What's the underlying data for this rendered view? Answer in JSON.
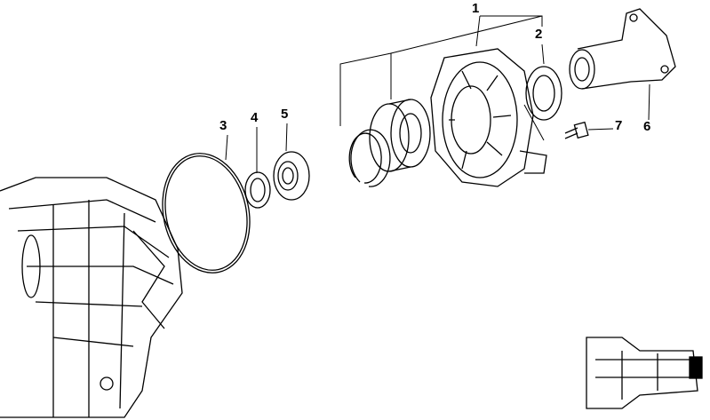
{
  "diagram": {
    "type": "exploded parts diagram",
    "callouts": [
      "1",
      "2",
      "3",
      "4",
      "5",
      "6",
      "7"
    ]
  },
  "colors": {
    "line": "#000000",
    "background": "#ffffff"
  }
}
